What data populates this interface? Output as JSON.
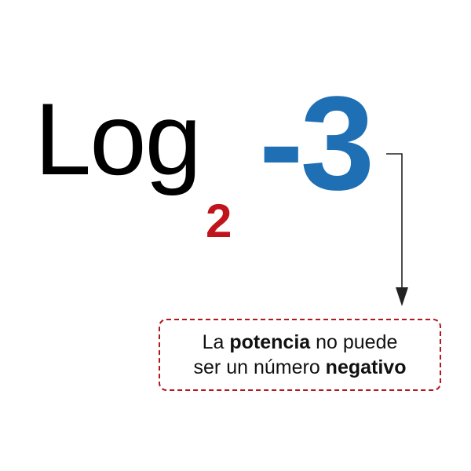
{
  "expression": {
    "function_word": "Log",
    "base": "2",
    "argument": "-3"
  },
  "note": {
    "line1_prefix": "La ",
    "line1_bold": "potencia",
    "line1_suffix": " no puede",
    "line2_prefix": "ser un número ",
    "line2_bold": "negativo"
  },
  "colors": {
    "function_word": "#000000",
    "base": "#c0141c",
    "argument": "#1f6fb4",
    "note_border": "#b3161f",
    "arrow": "#222222"
  }
}
